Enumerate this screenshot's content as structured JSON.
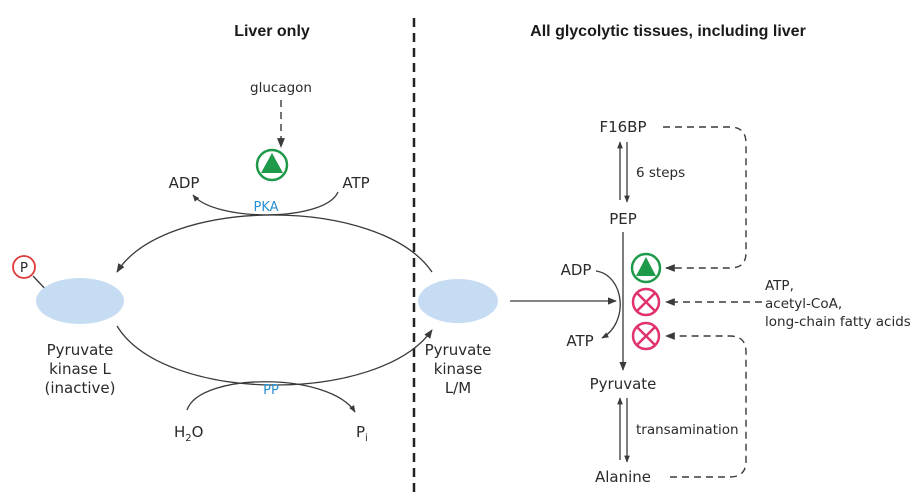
{
  "headings": {
    "left": "Liver only",
    "right": "All glycolytic tissues, including liver"
  },
  "left": {
    "glucagon": "glucagon",
    "adp": "ADP",
    "atp": "ATP",
    "pka": "PKA",
    "pp": "PP",
    "h2o_main": "H",
    "h2o_sub": "2",
    "h2o_end": "O",
    "pi_main": "P",
    "pi_sub": "i",
    "phospho": "P",
    "inactive_enzyme": [
      "Pyruvate",
      "kinase L",
      "(inactive)"
    ],
    "active_enzyme": [
      "Pyruvate",
      "kinase",
      "L/M"
    ]
  },
  "right": {
    "f16bp": "F16BP",
    "steps": "6 steps",
    "pep": "PEP",
    "adp": "ADP",
    "atp": "ATP",
    "pyruvate": "Pyruvate",
    "transamination": "transamination",
    "alanine": "Alanine",
    "inhibitors": [
      "ATP,",
      "acetyl-CoA,",
      "long-chain fatty acids"
    ]
  },
  "colors": {
    "activator": "#1f9a4b",
    "inhibitor": "#e0336b",
    "phosphate": "#e03a3a",
    "enzyme_fill": "#c6dcf2",
    "enzyme_label": "#2a8fd0"
  }
}
